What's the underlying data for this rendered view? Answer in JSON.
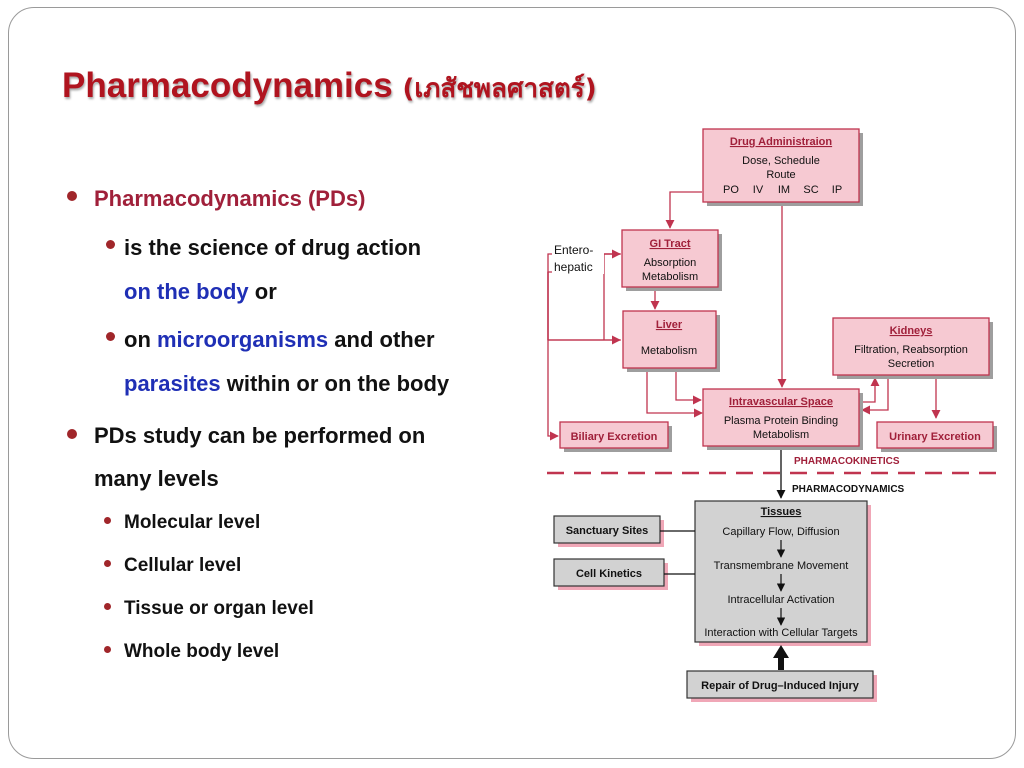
{
  "title": {
    "main": "Pharmacodynamics",
    "thai": "(เภสัชพลศาสตร์)"
  },
  "bullets": {
    "b1": "Pharmacodynamics (PDs)",
    "b1a_1": "is the science of drug action",
    "b1a_2_emph": "on the body",
    "b1a_2_rest": " or",
    "b1b_1_pre": "on ",
    "b1b_1_emph": "microorganisms",
    "b1b_1_rest": " and other",
    "b1b_2_emph": "parasites",
    "b1b_2_rest": " within or on the body",
    "b2_1": "PDs study can be performed on",
    "b2_2": "many levels",
    "levels": [
      "Molecular level",
      "Cellular level",
      "Tissue or organ level",
      "Whole body level"
    ]
  },
  "diagram": {
    "drug_admin": {
      "title": "Drug Administraion",
      "line1": "Dose, Schedule",
      "line2": "Route",
      "routes": [
        "PO",
        "IV",
        "IM",
        "SC",
        "IP"
      ]
    },
    "gi_tract": {
      "title": "GI Tract",
      "line1": "Absorption",
      "line2": "Metabolism"
    },
    "entero_label": {
      "line1": "Entero-",
      "line2": "hepatic"
    },
    "liver": {
      "title": "Liver",
      "line1": "Metabolism"
    },
    "kidneys": {
      "title": "Kidneys",
      "line1": "Filtration, Reabsorption",
      "line2": "Secretion"
    },
    "intravascular": {
      "title": "Intravascular Space",
      "line1": "Plasma Protein Binding",
      "line2": "Metabolism"
    },
    "biliary": {
      "title": "Biliary Excretion"
    },
    "urinary": {
      "title": "Urinary Excretion"
    },
    "divider": {
      "upper": "PHARMACOKINETICS",
      "lower": "PHARMACODYNAMICS"
    },
    "tissues": {
      "title": "Tissues",
      "steps": [
        "Capillary Flow, Diffusion",
        "Transmembrane Movement",
        "Intracellular Activation",
        "Interaction with Cellular Targets"
      ]
    },
    "sanctuary": {
      "title": "Sanctuary Sites"
    },
    "cell_kinetics": {
      "title": "Cell Kinetics"
    },
    "repair": {
      "title": "Repair of Drug–Induced Injury"
    }
  },
  "colors": {
    "title_red": "#b0141f",
    "pk_box_fill": "#f6c9d2",
    "pk_border": "#c0344f",
    "pd_box_fill": "#d2d2d2",
    "emphasis_blue": "#1f2fb5"
  }
}
